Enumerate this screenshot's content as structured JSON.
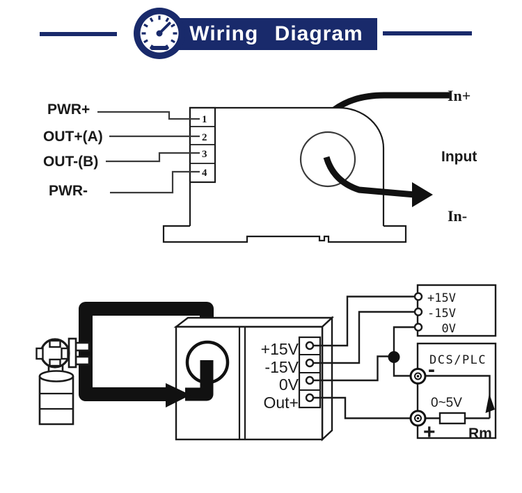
{
  "header": {
    "title": "Wiring Diagram",
    "accent_color": "#192a6b",
    "icon": "gauge-icon"
  },
  "top_diagram": {
    "left_labels": [
      "PWR+",
      "OUT+(A)",
      "OUT-(B)",
      "PWR-"
    ],
    "terminals": [
      "1",
      "2",
      "3",
      "4"
    ],
    "right_labels": {
      "in_plus": "In+",
      "input": "Input",
      "in_minus": "In-"
    }
  },
  "bottom_diagram": {
    "module_terminals": [
      "+15V",
      "-15V",
      "0V",
      "Out+"
    ],
    "power_supply": {
      "labels": [
        "+15V",
        "-15V",
        "0V"
      ]
    },
    "dcs": {
      "title": "DCS/PLC",
      "minus_sign": "-",
      "plus_sign": "+",
      "range": "0~5V",
      "resistor": "Rm"
    }
  }
}
